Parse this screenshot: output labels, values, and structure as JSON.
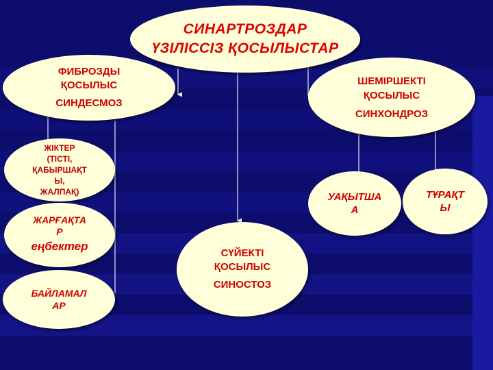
{
  "colors": {
    "background": "#0d0d6e",
    "node_fill": "#ffffd9",
    "text": "#d10000",
    "connector": "#e8e8f0"
  },
  "nodes": {
    "root": {
      "line1": "СИНАРТРОЗДАР",
      "line2": "ҮЗІЛІССІЗ ҚОСЫЛЫСТАР"
    },
    "fibrous": {
      "line1": "ФИБРОЗДЫ",
      "line2": "ҚОСЫЛЫС",
      "line3": "СИНДЕСМОЗ"
    },
    "cartilage": {
      "line1": "ШЕМІРШЕКТІ",
      "line2": "ҚОСЫЛЫС",
      "line3": "СИНХОНДРОЗ"
    },
    "sutures": {
      "line1": "ЖІКТЕР",
      "line2": "(ТІСТІ,",
      "line3": "ҚАБЫРШАҚТ",
      "line4": "Ы,",
      "line5": "ЖАЛПАҚ)"
    },
    "membranes": {
      "line1": "ЖАРҒАҚТА",
      "line2": "Р",
      "line3": "еңбектер"
    },
    "ligaments": {
      "line1": "БАЙЛАМАЛ",
      "line2": "АР"
    },
    "bony": {
      "line1": "СҮЙЕКТІ",
      "line2": "ҚОСЫЛЫС",
      "line3": "СИНОСТОЗ"
    },
    "temporary": {
      "line1": "УАҚЫТША",
      "line2": "А"
    },
    "permanent": {
      "line1": "ТҰРАҚТ",
      "line2": "Ы"
    }
  }
}
